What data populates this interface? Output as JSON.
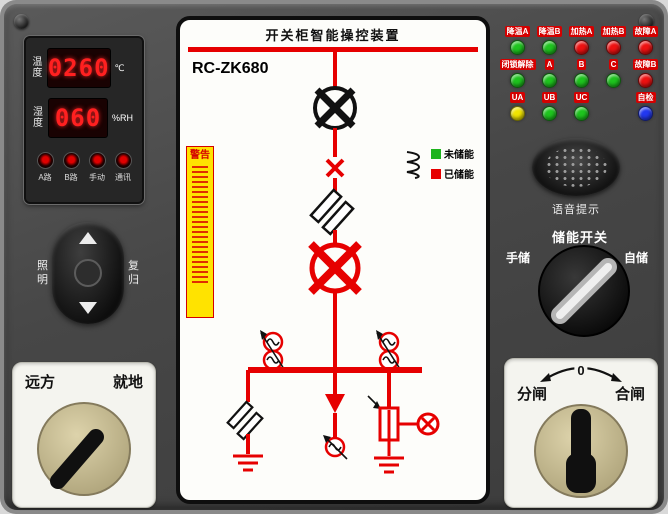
{
  "panel": {
    "title": "开关柜智能操控装置",
    "model": "RC-ZK680"
  },
  "env_display": {
    "temp_label": "温度",
    "temp_value": "0260",
    "temp_unit": "℃",
    "hum_label": "湿度",
    "hum_value": "060",
    "hum_unit": "%RH",
    "buttons": [
      {
        "label": "A路"
      },
      {
        "label": "B路"
      },
      {
        "label": "手动"
      },
      {
        "label": "通讯"
      }
    ]
  },
  "dpad": {
    "left": "照明",
    "right": "复归"
  },
  "mimic": {
    "warning_title": "警告",
    "legend": [
      {
        "label": "未储能",
        "color": "#1db41d"
      },
      {
        "label": "已储能",
        "color": "#e60000"
      }
    ],
    "diagram_color": "#e60000"
  },
  "indicators": {
    "rows": [
      {
        "cells": [
          {
            "label": "降温A",
            "color": "#1ec41e"
          },
          {
            "label": "降温B",
            "color": "#1ec41e"
          },
          {
            "label": "加热A",
            "color": "#ee1111"
          },
          {
            "label": "加热B",
            "color": "#ee1111"
          },
          {
            "label": "故障A",
            "color": "#ee1111"
          }
        ]
      },
      {
        "cells": [
          {
            "label": "闭锁解除",
            "color": "#1ec41e"
          },
          {
            "label": "A",
            "color": "#1ec41e"
          },
          {
            "label": "B",
            "color": "#1ec41e"
          },
          {
            "label": "C",
            "color": "#1ec41e"
          },
          {
            "label": "故障B",
            "color": "#ee1111"
          }
        ]
      },
      {
        "cells": [
          {
            "label": "UA",
            "color": "#f0e400"
          },
          {
            "label": "UB",
            "color": "#1ec41e"
          },
          {
            "label": "UC",
            "color": "#1ec41e"
          },
          {
            "label": "自检",
            "color": "#2238f0"
          }
        ]
      }
    ],
    "label_bg": "#d40000"
  },
  "speaker": {
    "label": "语音提示"
  },
  "energy_switch": {
    "title": "储能开关",
    "left": "手储",
    "right": "自储"
  },
  "remote_local": {
    "left": "远方",
    "right": "就地"
  },
  "breaker_switch": {
    "left": "分闸",
    "right": "合闸",
    "zero": "0"
  },
  "colors": {
    "accent_red": "#e60000",
    "panel_dark": "#474747",
    "sub_panel": "#f4f4ef"
  }
}
